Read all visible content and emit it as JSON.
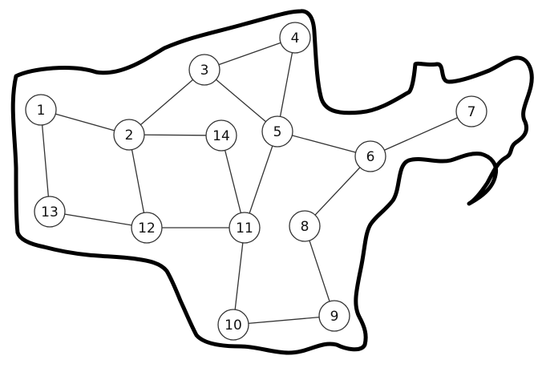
{
  "diagram": {
    "nodes": [
      {
        "id": "1",
        "label": "1"
      },
      {
        "id": "2",
        "label": "2"
      },
      {
        "id": "3",
        "label": "3"
      },
      {
        "id": "4",
        "label": "4"
      },
      {
        "id": "5",
        "label": "5"
      },
      {
        "id": "6",
        "label": "6"
      },
      {
        "id": "7",
        "label": "7"
      },
      {
        "id": "8",
        "label": "8"
      },
      {
        "id": "9",
        "label": "9"
      },
      {
        "id": "10",
        "label": "10"
      },
      {
        "id": "11",
        "label": "11"
      },
      {
        "id": "12",
        "label": "12"
      },
      {
        "id": "13",
        "label": "13"
      },
      {
        "id": "14",
        "label": "14"
      }
    ],
    "edges": [
      [
        "1",
        "2"
      ],
      [
        "1",
        "13"
      ],
      [
        "2",
        "3"
      ],
      [
        "2",
        "14"
      ],
      [
        "2",
        "12"
      ],
      [
        "3",
        "4"
      ],
      [
        "3",
        "5"
      ],
      [
        "4",
        "5"
      ],
      [
        "5",
        "6"
      ],
      [
        "5",
        "11"
      ],
      [
        "6",
        "7"
      ],
      [
        "6",
        "8"
      ],
      [
        "8",
        "9"
      ],
      [
        "9",
        "10"
      ],
      [
        "10",
        "11"
      ],
      [
        "11",
        "12"
      ],
      [
        "11",
        "14"
      ],
      [
        "12",
        "13"
      ]
    ]
  }
}
